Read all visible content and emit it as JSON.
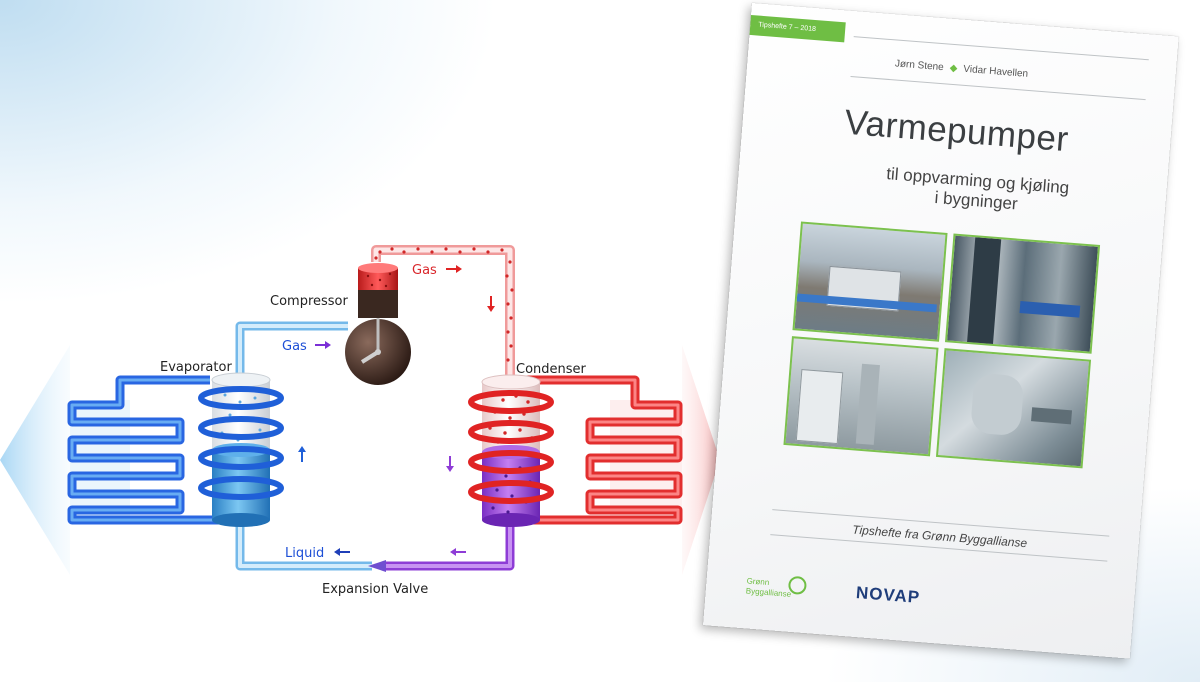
{
  "diagram": {
    "labels": {
      "compressor": "Compressor",
      "evaporator": "Evaporator",
      "condenser": "Condenser",
      "expansion_valve": "Expansion Valve",
      "gas_hot": "Gas",
      "gas_cold": "Gas",
      "liquid": "Liquid"
    },
    "colors": {
      "hot": "#e32b2b",
      "cold": "#2f7de0",
      "mixed": "#8a3fd1",
      "light_blue": "#8cc8f0",
      "light_red": "#f3b5b5"
    }
  },
  "booklet": {
    "series_tag": "Tipshefte 7 – 2018",
    "author_1": "Jørn Stene",
    "author_separator": "◆",
    "author_2": "Vidar Havellen",
    "title": "Varmepumper",
    "subtitle_line1": "til oppvarming og kjøling",
    "subtitle_line2": "i bygninger",
    "tagline": "Tipshefte fra Grønn Byggallianse",
    "logo_gronn_line1": "Grønn",
    "logo_gronn_line2": "Byggallianse",
    "logo_novap": "NOVAP",
    "accent_color": "#6fbe44"
  }
}
